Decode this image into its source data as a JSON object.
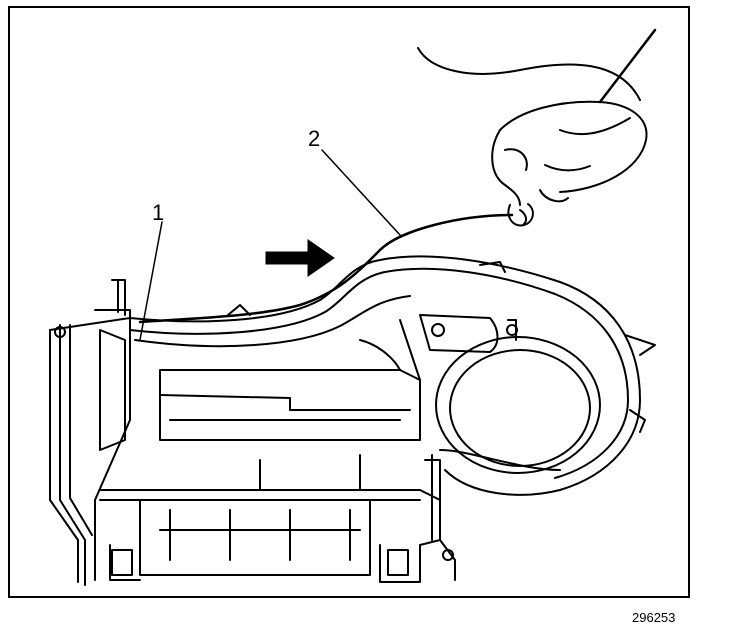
{
  "figure": {
    "callouts": {
      "one": "1",
      "two": "2"
    },
    "figure_number": "296253",
    "icons": [
      "hand-icon",
      "direction-arrow-icon"
    ]
  }
}
